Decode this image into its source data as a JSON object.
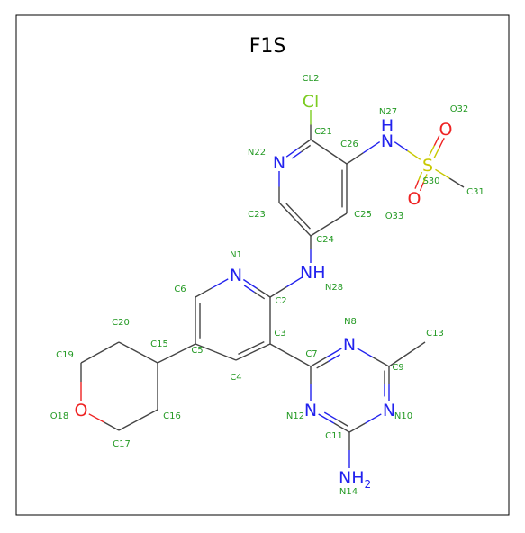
{
  "title": "F1S",
  "colors": {
    "carbon": "#444444",
    "nitrogen": "#2222ee",
    "oxygen": "#ee2222",
    "sulfur": "#c8c800",
    "chlorine": "#7ccc22",
    "label": "#229922",
    "border": "#000000"
  },
  "atoms": [
    {
      "id": "CL2",
      "element": "Cl",
      "symbol": "Cl"
    },
    {
      "id": "C21",
      "element": "C"
    },
    {
      "id": "N22",
      "element": "N",
      "symbol": "N"
    },
    {
      "id": "C23",
      "element": "C"
    },
    {
      "id": "C24",
      "element": "C"
    },
    {
      "id": "C25",
      "element": "C"
    },
    {
      "id": "C26",
      "element": "C"
    },
    {
      "id": "N27",
      "element": "N",
      "symbol": "H\nN"
    },
    {
      "id": "S30",
      "element": "S",
      "symbol": "S"
    },
    {
      "id": "O32",
      "element": "O",
      "symbol": "O"
    },
    {
      "id": "O33",
      "element": "O",
      "symbol": "O"
    },
    {
      "id": "C31",
      "element": "C"
    },
    {
      "id": "N28",
      "element": "N",
      "symbol": "NH"
    },
    {
      "id": "N1",
      "element": "N",
      "symbol": "N"
    },
    {
      "id": "C2",
      "element": "C"
    },
    {
      "id": "C3",
      "element": "C"
    },
    {
      "id": "C4",
      "element": "C"
    },
    {
      "id": "C5",
      "element": "C"
    },
    {
      "id": "C6",
      "element": "C"
    },
    {
      "id": "C15",
      "element": "C"
    },
    {
      "id": "C20",
      "element": "C"
    },
    {
      "id": "C19",
      "element": "C"
    },
    {
      "id": "O18",
      "element": "O",
      "symbol": "O"
    },
    {
      "id": "C17",
      "element": "C"
    },
    {
      "id": "C16",
      "element": "C"
    },
    {
      "id": "C7",
      "element": "C"
    },
    {
      "id": "N8",
      "element": "N",
      "symbol": "N"
    },
    {
      "id": "C9",
      "element": "C"
    },
    {
      "id": "C13",
      "element": "C"
    },
    {
      "id": "N10",
      "element": "N",
      "symbol": "N"
    },
    {
      "id": "C11",
      "element": "C"
    },
    {
      "id": "N12",
      "element": "N",
      "symbol": "N"
    },
    {
      "id": "N14",
      "element": "N",
      "symbol": "NH2"
    }
  ],
  "bonds": [
    [
      "C21",
      "CL2",
      1
    ],
    [
      "C21",
      "N22",
      2
    ],
    [
      "N22",
      "C23",
      1
    ],
    [
      "C23",
      "C24",
      2
    ],
    [
      "C24",
      "C25",
      1
    ],
    [
      "C25",
      "C26",
      2
    ],
    [
      "C26",
      "C21",
      1
    ],
    [
      "C26",
      "N27",
      1
    ],
    [
      "N27",
      "S30",
      1
    ],
    [
      "S30",
      "O32",
      2
    ],
    [
      "S30",
      "O33",
      2
    ],
    [
      "S30",
      "C31",
      1
    ],
    [
      "C24",
      "N28",
      1
    ],
    [
      "N28",
      "C2",
      1
    ],
    [
      "N1",
      "C2",
      2
    ],
    [
      "C2",
      "C3",
      1
    ],
    [
      "C3",
      "C4",
      2
    ],
    [
      "C4",
      "C5",
      1
    ],
    [
      "C5",
      "C6",
      2
    ],
    [
      "C6",
      "N1",
      1
    ],
    [
      "C5",
      "C15",
      1
    ],
    [
      "C15",
      "C20",
      1
    ],
    [
      "C20",
      "C19",
      1
    ],
    [
      "C19",
      "O18",
      1
    ],
    [
      "O18",
      "C17",
      1
    ],
    [
      "C17",
      "C16",
      1
    ],
    [
      "C16",
      "C15",
      1
    ],
    [
      "C3",
      "C7",
      1
    ],
    [
      "C7",
      "N8",
      2
    ],
    [
      "N8",
      "C9",
      1
    ],
    [
      "C9",
      "C13",
      1
    ],
    [
      "C9",
      "N10",
      2
    ],
    [
      "N10",
      "C11",
      1
    ],
    [
      "C11",
      "N12",
      2
    ],
    [
      "N12",
      "C7",
      1
    ],
    [
      "C11",
      "N14",
      1
    ]
  ]
}
